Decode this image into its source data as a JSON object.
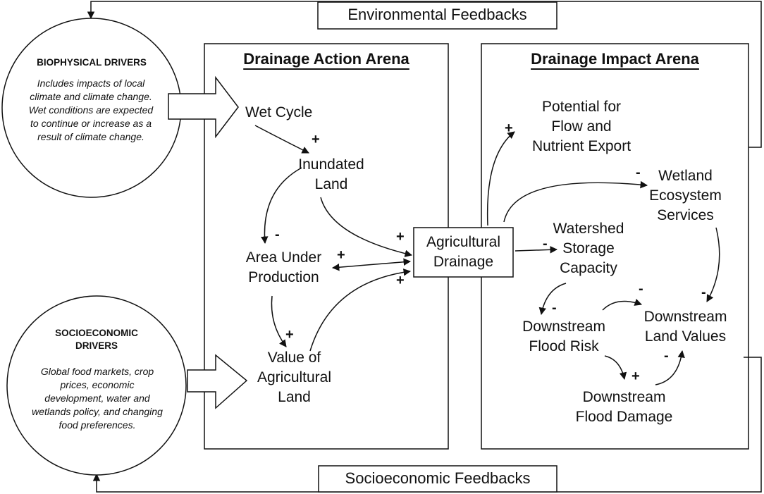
{
  "feedbacks": {
    "environmental": "Environmental Feedbacks",
    "socioeconomic": "Socioeconomic Feedbacks"
  },
  "drivers": {
    "biophysical": {
      "title": "BIOPHYSICAL DRIVERS",
      "text": "Includes impacts of local climate and climate change. Wet conditions are expected to continue or increase as a result of climate change."
    },
    "socioeconomic": {
      "title_line1": "SOCIOECONOMIC",
      "title_line2": "DRIVERS",
      "text": "Global food markets, crop prices, economic development, water and wetlands policy, and changing food preferences."
    }
  },
  "action_arena": {
    "title": "Drainage Action Arena",
    "wet_cycle": "Wet Cycle",
    "inundated_land": [
      "Inundated",
      "Land"
    ],
    "area_under_production": [
      "Area Under",
      "Production"
    ],
    "value_of_agricultural_land": [
      "Value of",
      "Agricultural",
      "Land"
    ]
  },
  "agricultural_drainage": [
    "Agricultural",
    "Drainage"
  ],
  "impact_arena": {
    "title": "Drainage Impact Arena",
    "potential_export": [
      "Potential for",
      "Flow and",
      "Nutrient Export"
    ],
    "wetland_services": [
      "Wetland",
      "Ecosystem",
      "Services"
    ],
    "watershed_storage": [
      "Watershed",
      "Storage",
      "Capacity"
    ],
    "downstream_flood_risk": [
      "Downstream",
      "Flood Risk"
    ],
    "downstream_land_values": [
      "Downstream",
      "Land Values"
    ],
    "downstream_flood_damage": [
      "Downstream",
      "Flood Damage"
    ]
  },
  "signs": {
    "wet_to_inundated": "+",
    "inundated_to_area": "-",
    "inundated_to_drainage": "+",
    "drainage_to_area": "+",
    "area_to_value": "+",
    "value_to_drainage": "+",
    "drainage_to_export": "+",
    "drainage_to_wetland": "-",
    "drainage_to_storage": "-",
    "storage_to_flood_risk": "-",
    "flood_risk_to_land_values": "-",
    "wetland_to_land_values": "-",
    "flood_risk_to_damage": "+",
    "damage_to_land_values": "-"
  }
}
